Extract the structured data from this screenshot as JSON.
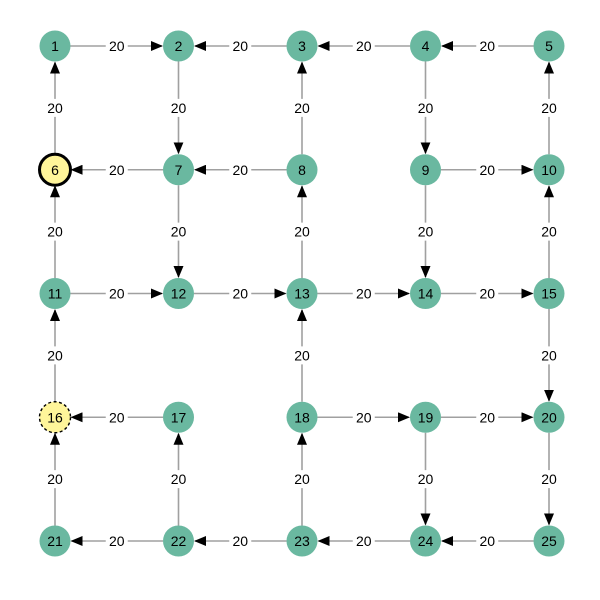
{
  "colors": {
    "node": "#6ab8a0",
    "highlight": "#fff59a",
    "edge": "#a0a0a0",
    "arrow": "#000000",
    "text": "#000000"
  },
  "nodes": [
    {
      "id": "1",
      "row": 0,
      "col": 0,
      "style": "normal"
    },
    {
      "id": "2",
      "row": 0,
      "col": 1,
      "style": "normal"
    },
    {
      "id": "3",
      "row": 0,
      "col": 2,
      "style": "normal"
    },
    {
      "id": "4",
      "row": 0,
      "col": 3,
      "style": "normal"
    },
    {
      "id": "5",
      "row": 0,
      "col": 4,
      "style": "normal"
    },
    {
      "id": "6",
      "row": 1,
      "col": 0,
      "style": "start"
    },
    {
      "id": "7",
      "row": 1,
      "col": 1,
      "style": "normal"
    },
    {
      "id": "8",
      "row": 1,
      "col": 2,
      "style": "normal"
    },
    {
      "id": "9",
      "row": 1,
      "col": 3,
      "style": "normal"
    },
    {
      "id": "10",
      "row": 1,
      "col": 4,
      "style": "normal"
    },
    {
      "id": "11",
      "row": 2,
      "col": 0,
      "style": "normal"
    },
    {
      "id": "12",
      "row": 2,
      "col": 1,
      "style": "normal"
    },
    {
      "id": "13",
      "row": 2,
      "col": 2,
      "style": "normal"
    },
    {
      "id": "14",
      "row": 2,
      "col": 3,
      "style": "normal"
    },
    {
      "id": "15",
      "row": 2,
      "col": 4,
      "style": "normal"
    },
    {
      "id": "16",
      "row": 3,
      "col": 0,
      "style": "goal"
    },
    {
      "id": "17",
      "row": 3,
      "col": 1,
      "style": "normal"
    },
    {
      "id": "18",
      "row": 3,
      "col": 2,
      "style": "normal"
    },
    {
      "id": "19",
      "row": 3,
      "col": 3,
      "style": "normal"
    },
    {
      "id": "20",
      "row": 3,
      "col": 4,
      "style": "normal"
    },
    {
      "id": "21",
      "row": 4,
      "col": 0,
      "style": "normal"
    },
    {
      "id": "22",
      "row": 4,
      "col": 1,
      "style": "normal"
    },
    {
      "id": "23",
      "row": 4,
      "col": 2,
      "style": "normal"
    },
    {
      "id": "24",
      "row": 4,
      "col": 3,
      "style": "normal"
    },
    {
      "id": "25",
      "row": 4,
      "col": 4,
      "style": "normal"
    }
  ],
  "edges": [
    {
      "from": "1",
      "to": "2",
      "weight": "20"
    },
    {
      "from": "3",
      "to": "2",
      "weight": "20"
    },
    {
      "from": "4",
      "to": "3",
      "weight": "20"
    },
    {
      "from": "5",
      "to": "4",
      "weight": "20"
    },
    {
      "from": "6",
      "to": "1",
      "weight": "20"
    },
    {
      "from": "2",
      "to": "7",
      "weight": "20"
    },
    {
      "from": "8",
      "to": "3",
      "weight": "20"
    },
    {
      "from": "4",
      "to": "9",
      "weight": "20"
    },
    {
      "from": "10",
      "to": "5",
      "weight": "20"
    },
    {
      "from": "7",
      "to": "6",
      "weight": "20"
    },
    {
      "from": "8",
      "to": "7",
      "weight": "20"
    },
    {
      "from": "9",
      "to": "10",
      "weight": "20"
    },
    {
      "from": "11",
      "to": "6",
      "weight": "20"
    },
    {
      "from": "7",
      "to": "12",
      "weight": "20"
    },
    {
      "from": "13",
      "to": "8",
      "weight": "20"
    },
    {
      "from": "9",
      "to": "14",
      "weight": "20"
    },
    {
      "from": "15",
      "to": "10",
      "weight": "20"
    },
    {
      "from": "11",
      "to": "12",
      "weight": "20"
    },
    {
      "from": "12",
      "to": "13",
      "weight": "20"
    },
    {
      "from": "13",
      "to": "14",
      "weight": "20"
    },
    {
      "from": "14",
      "to": "15",
      "weight": "20"
    },
    {
      "from": "16",
      "to": "11",
      "weight": "20"
    },
    {
      "from": "18",
      "to": "13",
      "weight": "20"
    },
    {
      "from": "15",
      "to": "20",
      "weight": "20"
    },
    {
      "from": "17",
      "to": "16",
      "weight": "20"
    },
    {
      "from": "18",
      "to": "19",
      "weight": "20"
    },
    {
      "from": "19",
      "to": "20",
      "weight": "20"
    },
    {
      "from": "21",
      "to": "16",
      "weight": "20"
    },
    {
      "from": "22",
      "to": "17",
      "weight": "20"
    },
    {
      "from": "23",
      "to": "18",
      "weight": "20"
    },
    {
      "from": "19",
      "to": "24",
      "weight": "20"
    },
    {
      "from": "20",
      "to": "25",
      "weight": "20"
    },
    {
      "from": "22",
      "to": "21",
      "weight": "20"
    },
    {
      "from": "23",
      "to": "22",
      "weight": "20"
    },
    {
      "from": "24",
      "to": "23",
      "weight": "20"
    },
    {
      "from": "25",
      "to": "24",
      "weight": "20"
    }
  ]
}
